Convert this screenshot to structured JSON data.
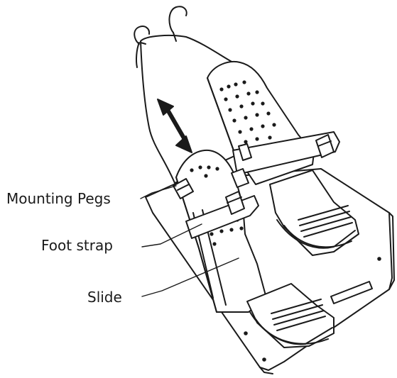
{
  "labels": {
    "mounting_pegs": "Mounting Pegs",
    "foot_strap": "Foot strap",
    "slide": "Slide"
  },
  "colors": {
    "line": "#1a1a1a",
    "fill": "#ffffff"
  }
}
